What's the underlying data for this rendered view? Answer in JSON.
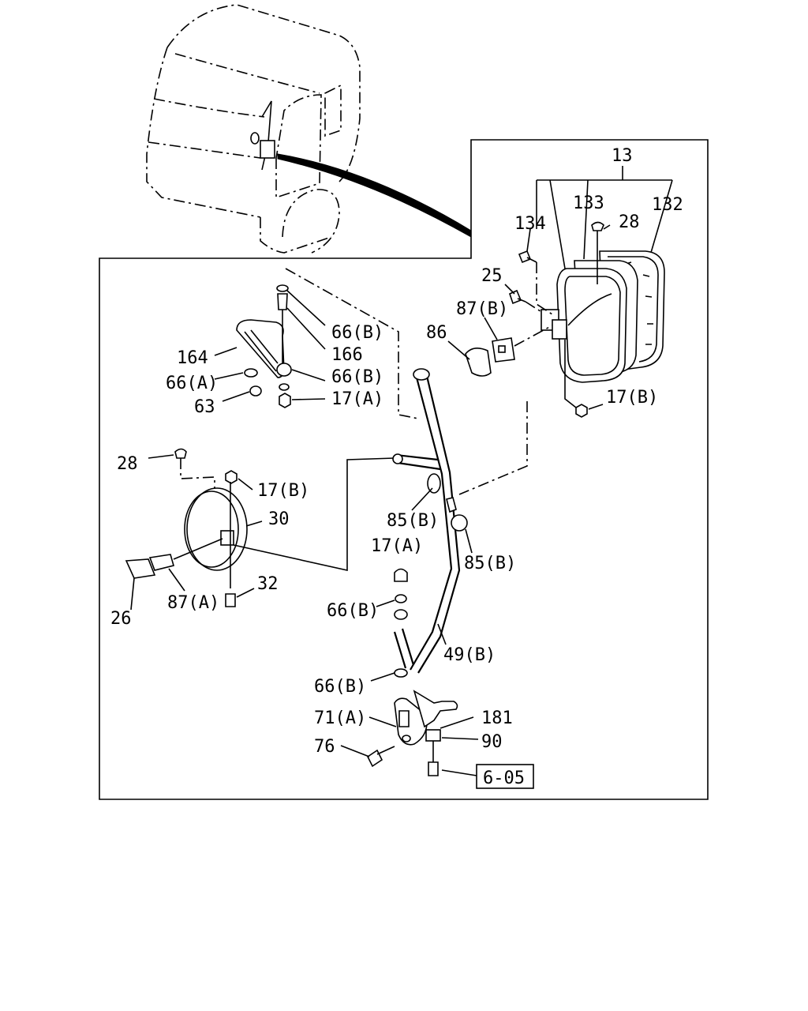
{
  "callouts": {
    "c13": "13",
    "c133": "133",
    "c132": "132",
    "c134": "134",
    "c28_top": "28",
    "c25": "25",
    "c87b": "87(B)",
    "c86": "86",
    "c17b_right": "17(B)",
    "c66b_1": "66(B)",
    "c166": "166",
    "c164": "164",
    "c66a": "66(A)",
    "c66b_2": "66(B)",
    "c63": "63",
    "c17a_1": "17(A)",
    "c28_left": "28",
    "c17b_left": "17(B)",
    "c30": "30",
    "c85b_1": "85(B)",
    "c85b_2": "85(B)",
    "c17a_2": "17(A)",
    "c32": "32",
    "c87a": "87(A)",
    "c26": "26",
    "c66b_3": "66(B)",
    "c49b": "49(B)",
    "c66b_4": "66(B)",
    "c71a": "71(A)",
    "c181": "181",
    "c90": "90",
    "c76": "76",
    "ref605": "6-05"
  }
}
